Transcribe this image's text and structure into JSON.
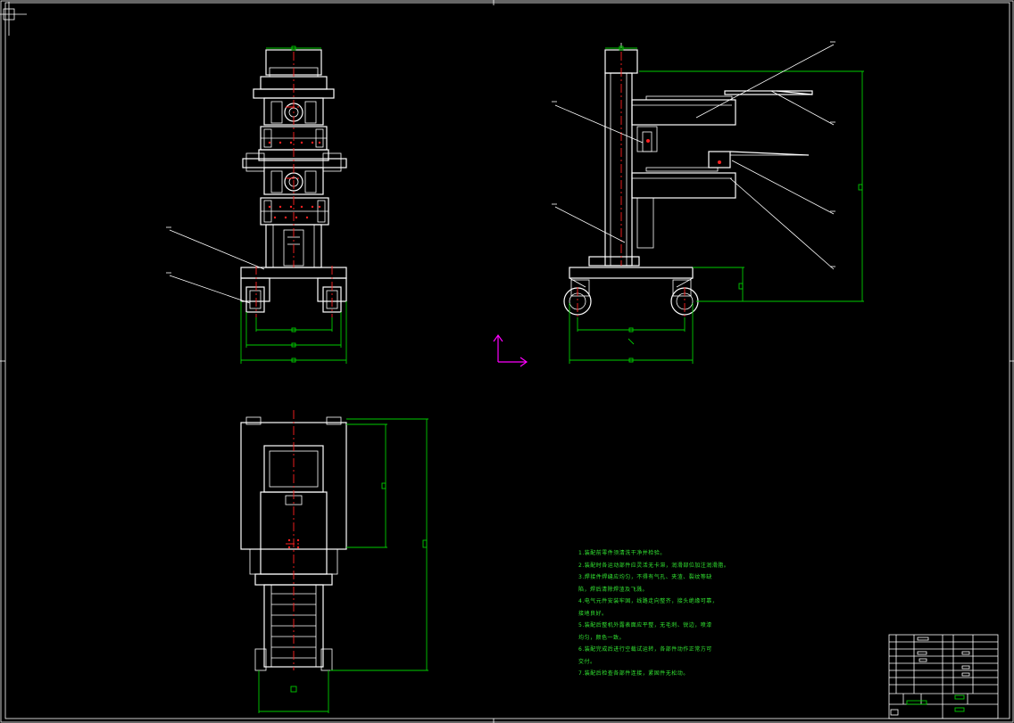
{
  "colors": {
    "background": "#000000",
    "outline": "#ffffff",
    "dimension": "#00cc00",
    "centerline": "#ff2020",
    "ucs": "#ff00ff",
    "notes": "#32e632"
  },
  "notes": [
    "1.装配前零件须清洗干净并检验。",
    "2.装配时各运动部件应灵活无卡滞，润滑部位加注润滑脂。",
    "3.焊接件焊缝应均匀，不得有气孔、夹渣、裂纹等缺",
    "陷，焊后清除焊渣及飞溅。",
    "4.电气元件安装牢固，线路走向整齐，接头绝缘可靠，",
    "接地良好。",
    "5.装配后整机外露表面应平整，无毛刺、锐边，喷漆",
    "均匀，颜色一致。",
    "6.装配完成后进行空载试运转，各部件动作正常方可",
    "交付。",
    "7.装配后检查各部件连接，紧固件无松动。"
  ]
}
